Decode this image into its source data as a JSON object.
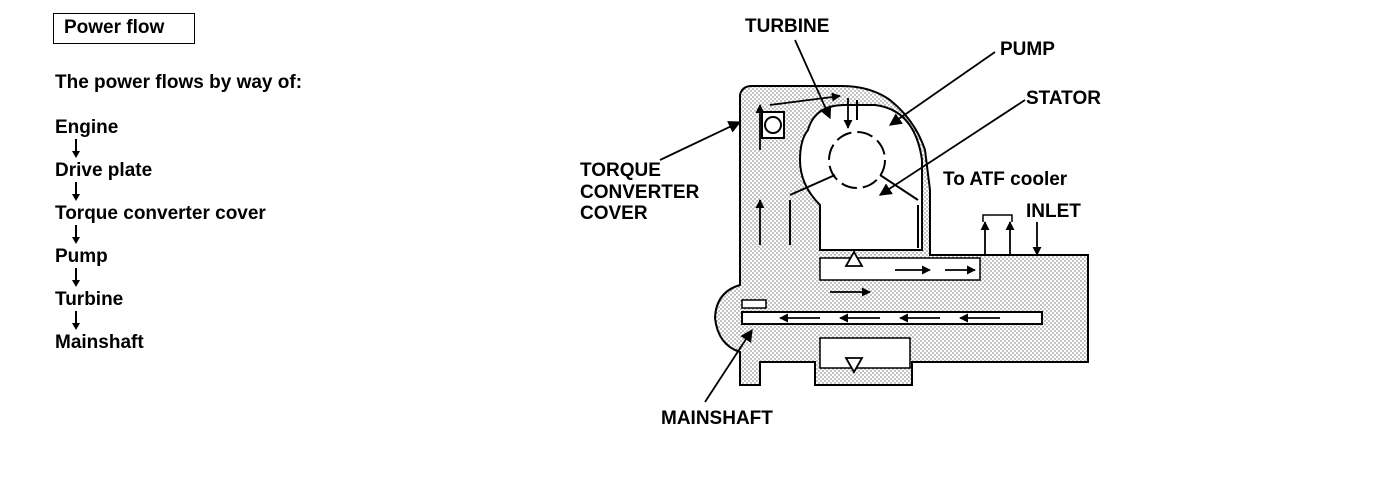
{
  "header": {
    "title": "Power flow"
  },
  "intro": "The power flows by way of:",
  "flow": [
    "Engine",
    "Drive plate",
    "Torque converter cover",
    "Pump",
    "Turbine",
    "Mainshaft"
  ],
  "diagram": {
    "labels": {
      "turbine": "TURBINE",
      "pump": "PUMP",
      "stator": "STATOR",
      "torque_converter_cover_1": "TORQUE",
      "torque_converter_cover_2": "CONVERTER",
      "torque_converter_cover_3": "COVER",
      "to_atf_cooler": "To ATF cooler",
      "inlet": "INLET",
      "mainshaft": "MAINSHAFT"
    }
  }
}
